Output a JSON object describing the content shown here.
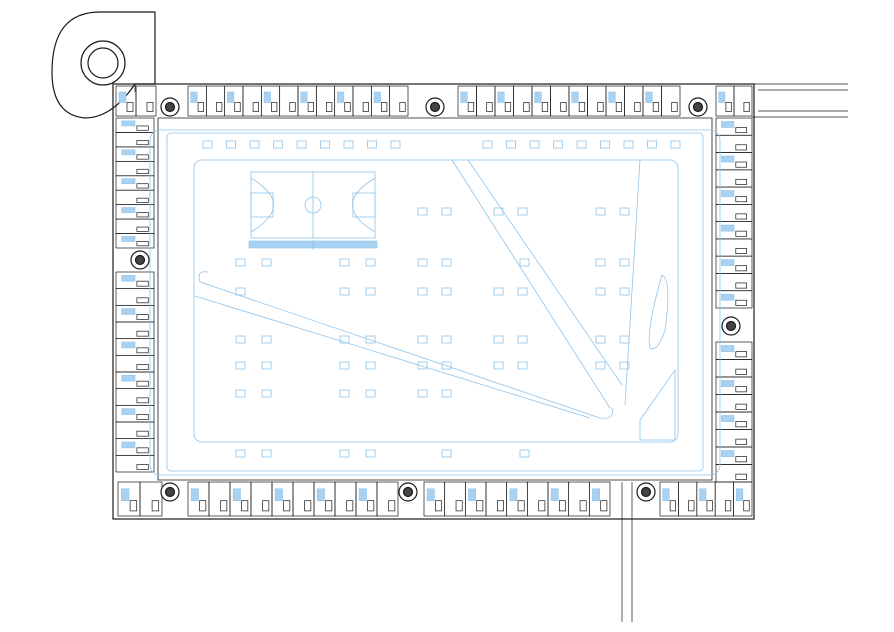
{
  "colors": {
    "background": "#ffffff",
    "wall": "#1a1a1a",
    "landscape_line": "#8fc3ea",
    "room_fill": "#a9d2f2"
  },
  "elements": {
    "courtyard": "courtyard",
    "basketball_court": "basketball-court",
    "ramp_corridor": "ramp-corridor",
    "tower": "round-tower",
    "stair_cores": "stair-core-icon"
  }
}
